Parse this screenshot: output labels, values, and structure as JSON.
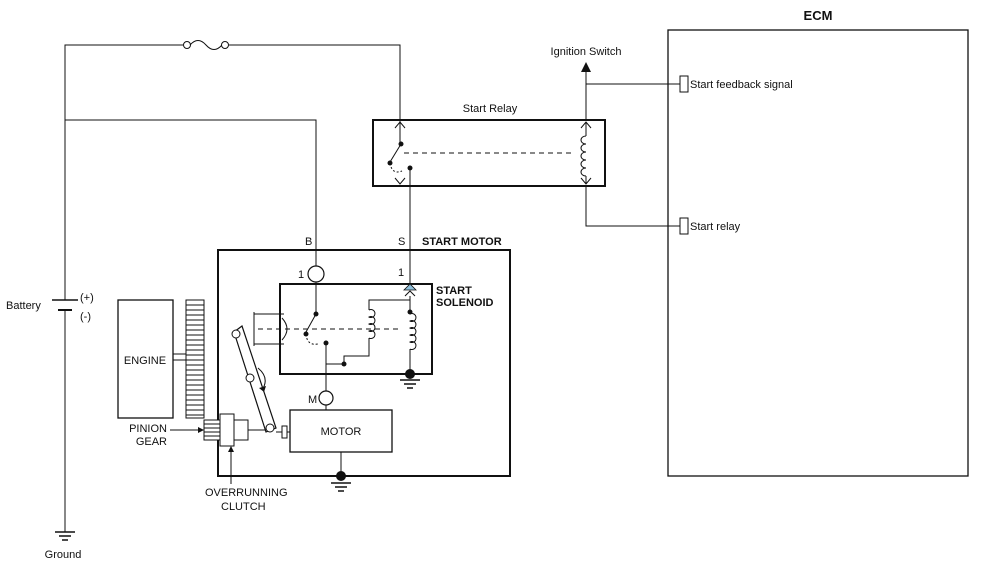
{
  "labels": {
    "ecm": "ECM",
    "ignition_switch": "Ignition Switch",
    "start_relay_title": "Start Relay",
    "start_feedback_signal": "Start feedback signal",
    "start_relay_pin": "Start relay",
    "terminal_b": "B",
    "terminal_s": "S",
    "start_motor": "START MOTOR",
    "pin_1_left": "1",
    "pin_1_right": "1",
    "start_solenoid_line1": "START",
    "start_solenoid_line2": "SOLENOID",
    "battery": "Battery",
    "battery_plus": "(+)",
    "battery_minus": "(-)",
    "engine": "ENGINE",
    "pinion_line1": "PINION",
    "pinion_line2": "GEAR",
    "terminal_m": "M",
    "motor": "MOTOR",
    "overrunning_line1": "OVERRUNNING",
    "overrunning_line2": "CLUTCH",
    "ground": "Ground"
  }
}
